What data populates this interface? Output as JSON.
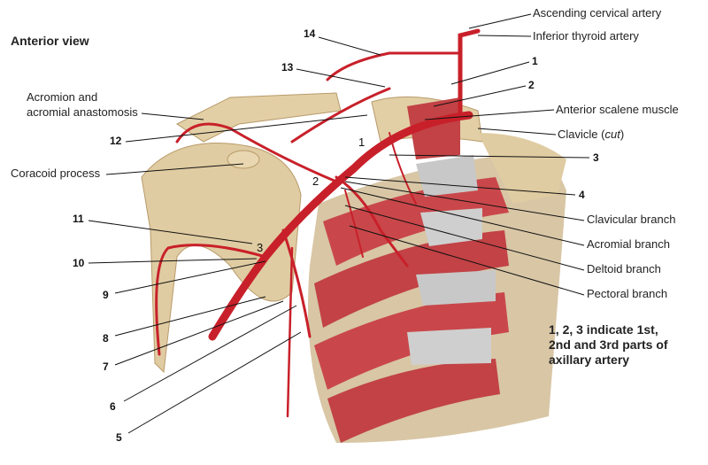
{
  "title": "Anterior view",
  "labels": {
    "ascending_cervical": "Ascending cervical artery",
    "inferior_thyroid": "Inferior thyroid artery",
    "anterior_scalene": "Anterior scalene muscle",
    "clavicle_prefix": "Clavicle (",
    "clavicle_cut": "cut",
    "clavicle_suffix": ")",
    "clavicular_branch": "Clavicular branch",
    "acromial_branch": "Acromial branch",
    "deltoid_branch": "Deltoid branch",
    "pectoral_branch": "Pectoral branch",
    "acromion_line1": "Acromion and",
    "acromion_line2": "acromial anastomosis",
    "coracoid": "Coracoid process"
  },
  "numbers": {
    "n1": "1",
    "n2": "2",
    "n3": "3",
    "n4": "4",
    "n5": "5",
    "n6": "6",
    "n7": "7",
    "n8": "8",
    "n9": "9",
    "n10": "10",
    "n11": "11",
    "n12": "12",
    "n13": "13",
    "n14": "14"
  },
  "axillary_parts": {
    "p1": "1",
    "p2": "2",
    "p3": "3"
  },
  "caption": [
    "1, 2, 3 indicate 1st,",
    "2nd and 3rd parts of",
    "axillary artery"
  ]
}
